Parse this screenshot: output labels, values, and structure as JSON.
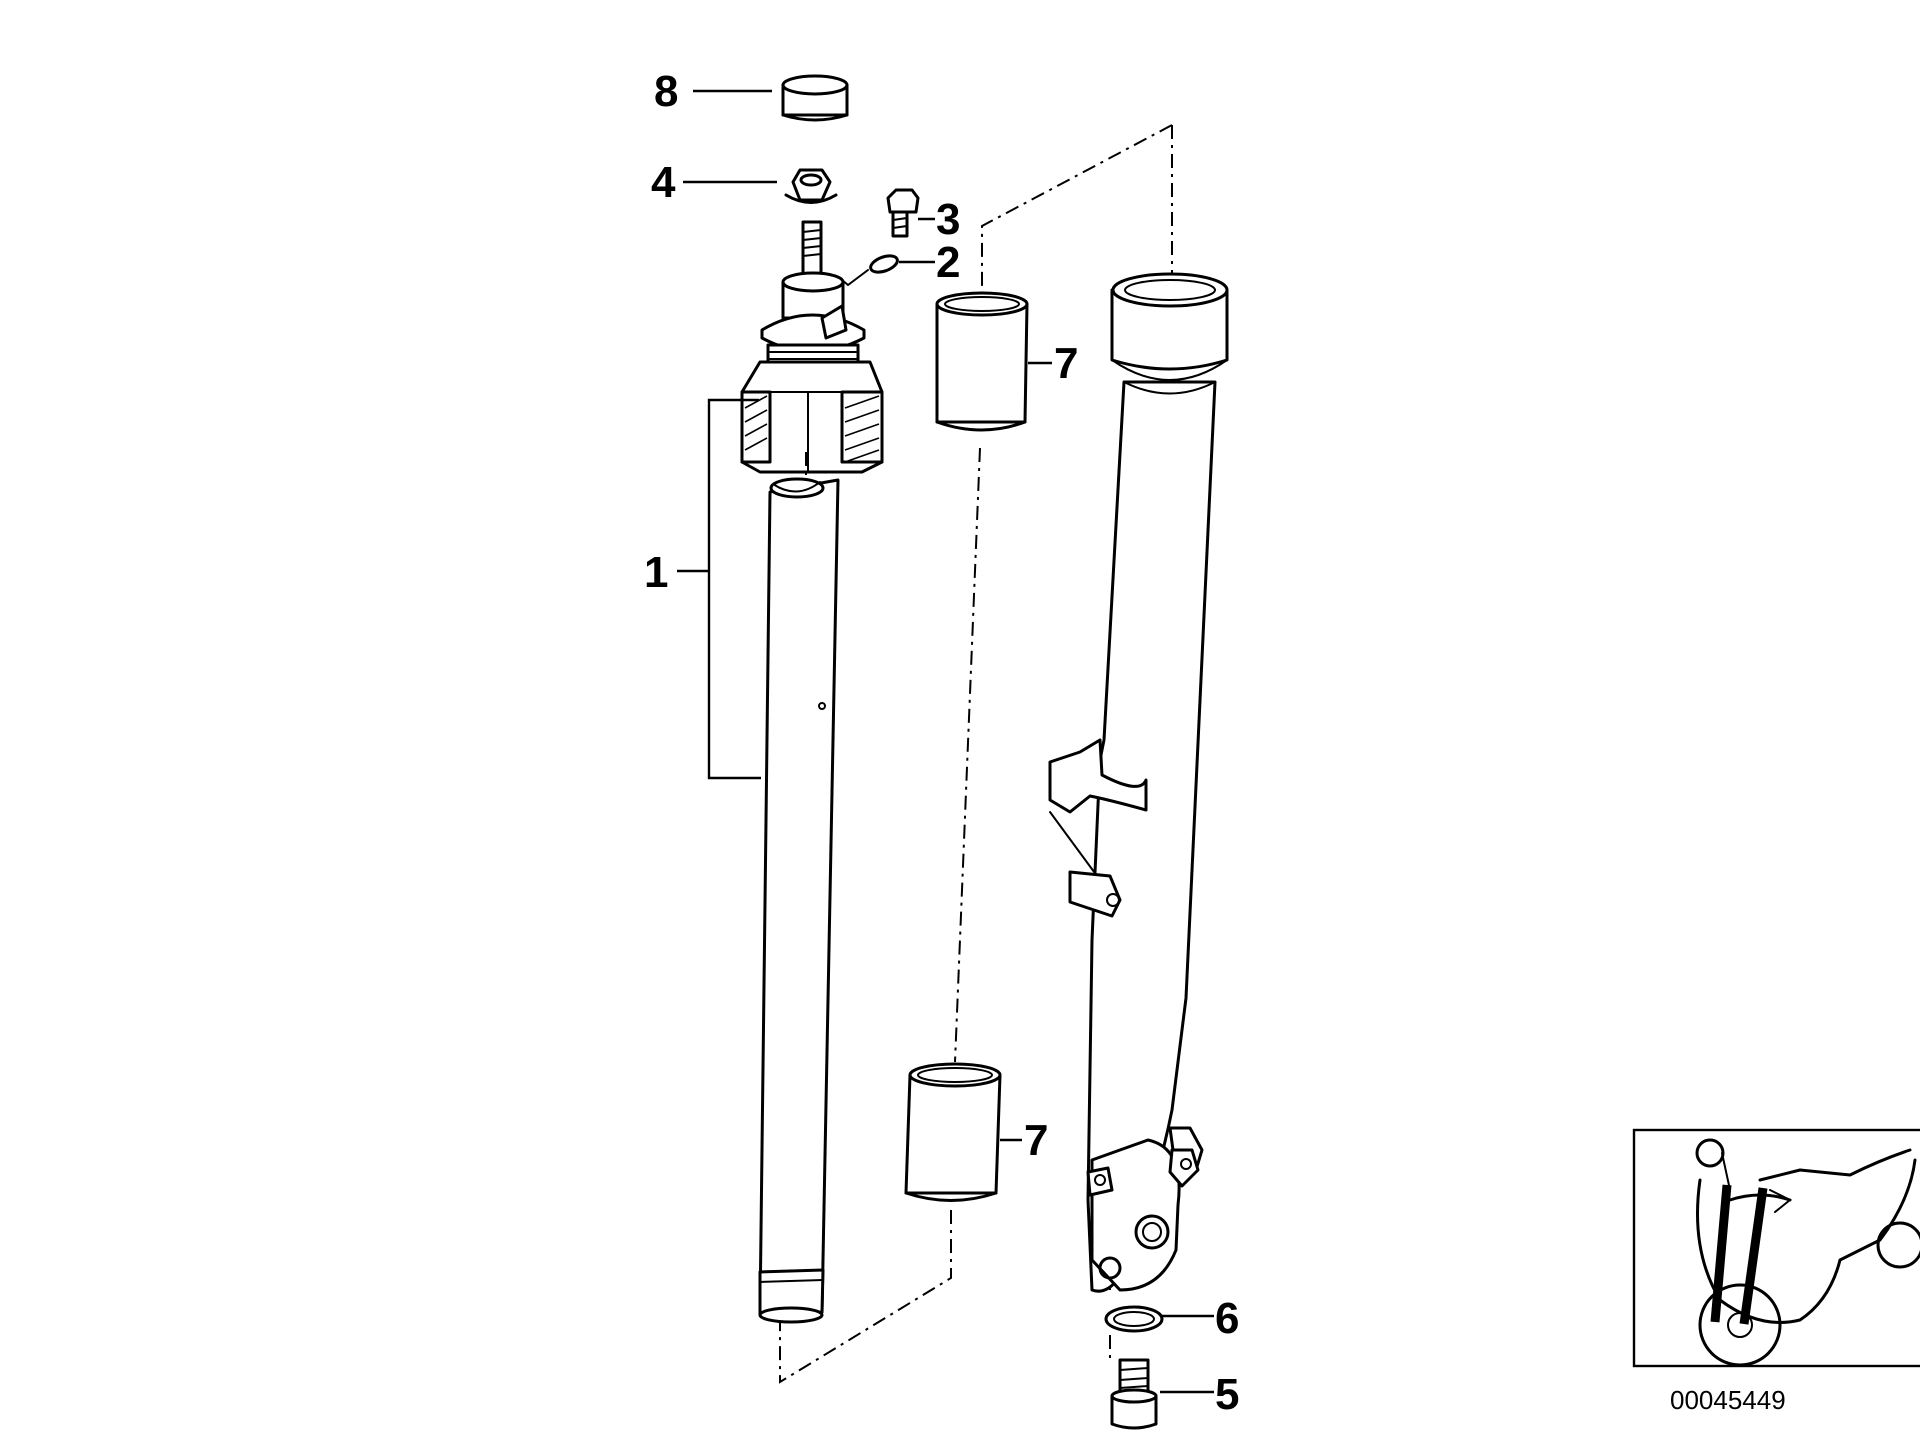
{
  "diagram": {
    "parts": [
      {
        "number": "8"
      },
      {
        "number": "4"
      },
      {
        "number": "3"
      },
      {
        "number": "2"
      },
      {
        "number": "7"
      },
      {
        "number": "1"
      },
      {
        "number": "7"
      },
      {
        "number": "6"
      },
      {
        "number": "5"
      }
    ],
    "document_number": "00045449"
  },
  "colors": {
    "ink": "#000000",
    "background": "#ffffff"
  }
}
